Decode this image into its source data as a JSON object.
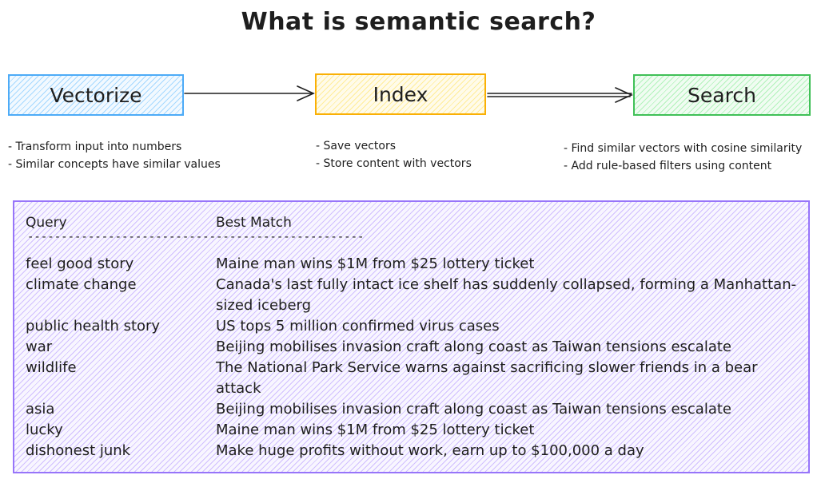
{
  "title": "What is semantic search?",
  "stages": [
    {
      "label": "Vectorize",
      "color": "#4dabf7",
      "notes": [
        "- Transform input into numbers",
        "- Similar concepts have similar values"
      ]
    },
    {
      "label": "Index",
      "color": "#fab005",
      "notes": [
        "- Save vectors",
        "- Store content with vectors"
      ]
    },
    {
      "label": "Search",
      "color": "#40c057",
      "notes": [
        "- Find similar vectors with cosine similarity",
        "- Add rule-based filters using content"
      ]
    }
  ],
  "table": {
    "border_color": "#9775fa",
    "header_query": "Query",
    "header_match": "Best Match",
    "divider": "--------------------------------------------------",
    "rows": [
      {
        "query": "feel good story",
        "match": "Maine man wins $1M from $25 lottery ticket"
      },
      {
        "query": "climate change",
        "match": "Canada's last fully intact ice shelf has suddenly collapsed, forming a Manhattan-sized iceberg"
      },
      {
        "query": "public health story",
        "match": "US tops 5 million confirmed virus cases"
      },
      {
        "query": "war",
        "match": "Beijing mobilises invasion craft along coast as Taiwan tensions escalate"
      },
      {
        "query": "wildlife",
        "match": "The National Park Service warns against sacrificing slower friends in a bear attack"
      },
      {
        "query": "asia",
        "match": "Beijing mobilises invasion craft along coast as Taiwan tensions escalate"
      },
      {
        "query": "lucky",
        "match": "Maine man wins $1M from $25 lottery ticket"
      },
      {
        "query": "dishonest junk",
        "match": "Make huge profits without work, earn up to $100,000 a day"
      }
    ]
  }
}
